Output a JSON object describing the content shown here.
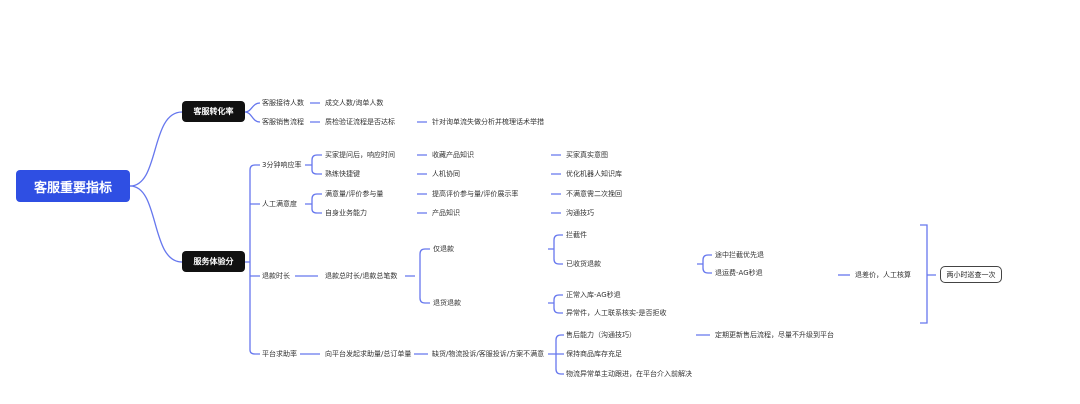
{
  "root": "客服重要指标",
  "colors": {
    "root": "#2f4fe3",
    "category": "#111111",
    "line": "#6677ee"
  },
  "conversion": {
    "label": "客服转化率",
    "items": [
      {
        "label": "客服接待人数",
        "children": [
          "成交人数/询单人数"
        ]
      },
      {
        "label": "客服销售流程",
        "children": [
          "质检验证流程是否达标",
          "针对询单流失做分析并梳理话术举措"
        ]
      }
    ]
  },
  "experience": {
    "label": "服务体验分",
    "response": {
      "label": "3分钟响应率",
      "a1": "买家提问后，响应时间",
      "a2": "收藏产品知识",
      "a3": "买家真实意图",
      "b1": "熟练快捷键",
      "b2": "人机协同",
      "b3": "优化机器人知识库"
    },
    "satisfaction": {
      "label": "人工满意度",
      "a1": "满意量/评价参与量",
      "a2": "提高评价参与量/评价展示率",
      "a3": "不满意需二次挽回",
      "b1": "自身业务能力",
      "b2": "产品知识",
      "b3": "沟通技巧"
    },
    "refund": {
      "label": "退款时长",
      "metric": "退款总时长/退款总笔数",
      "only_refund": "仅退款",
      "intercept": "拦截件",
      "received": "已收货退款",
      "in_transit": "途中拦截优先退",
      "freight": "退运费-AG秒退",
      "return_refund": "退货退款",
      "normal": "正常入库-AG秒退",
      "abnormal": "异常件，人工联系核实-是否拒收",
      "price_diff": "退差价，人工核算",
      "patrol": "两小时巡查一次"
    },
    "platform": {
      "label": "平台求助率",
      "metric": "向平台发起求助量/总订单量",
      "causes": "缺货/物流投诉/客服投诉/方案不满意",
      "c1": "售后能力（沟通技巧）",
      "c1_next": "定期更新售后流程，尽量不升级到平台",
      "c2": "保持商品库存充足",
      "c3": "物流异常单主动跟进，在平台介入前解决"
    }
  }
}
